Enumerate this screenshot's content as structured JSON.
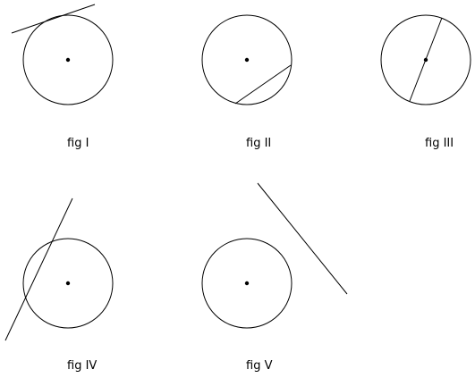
{
  "figures": [
    {
      "label": "fig I",
      "relation": "tangent"
    },
    {
      "label": "fig II",
      "relation": "chord"
    },
    {
      "label": "fig III",
      "relation": "diameter"
    },
    {
      "label": "fig IV",
      "relation": "secant"
    },
    {
      "label": "fig V",
      "relation": "non-intersecting line"
    }
  ],
  "colors": {
    "stroke": "#000000",
    "background": "#ffffff"
  }
}
